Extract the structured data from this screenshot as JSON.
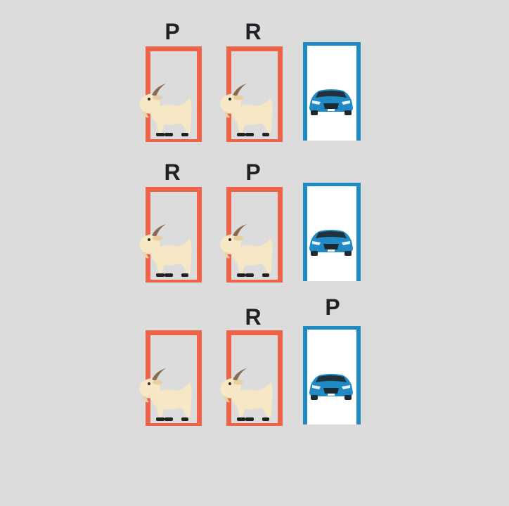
{
  "rows": [
    {
      "doors": [
        {
          "label": "P",
          "content": "goat",
          "door_color": "#ee6449"
        },
        {
          "label": "R",
          "content": "goat",
          "door_color": "#ee6449"
        },
        {
          "label": "",
          "content": "car",
          "door_color": "#1f8ac3"
        }
      ]
    },
    {
      "doors": [
        {
          "label": "R",
          "content": "goat",
          "door_color": "#ee6449"
        },
        {
          "label": "P",
          "content": "goat",
          "door_color": "#ee6449"
        },
        {
          "label": "",
          "content": "car",
          "door_color": "#1f8ac3"
        }
      ]
    },
    {
      "doors": [
        {
          "label": "",
          "content": "goat",
          "door_color": "#ee6449"
        },
        {
          "label": "R",
          "content": "goat",
          "door_color": "#ee6449"
        },
        {
          "label": "P",
          "content": "car",
          "door_color": "#1f8ac3"
        }
      ]
    }
  ],
  "icons": {
    "goat": "goat-icon",
    "car": "car-icon"
  },
  "colors": {
    "background": "#dcdcdc",
    "goat_door": "#ee6449",
    "car_door": "#1f8ac3",
    "label": "#1f2125"
  }
}
